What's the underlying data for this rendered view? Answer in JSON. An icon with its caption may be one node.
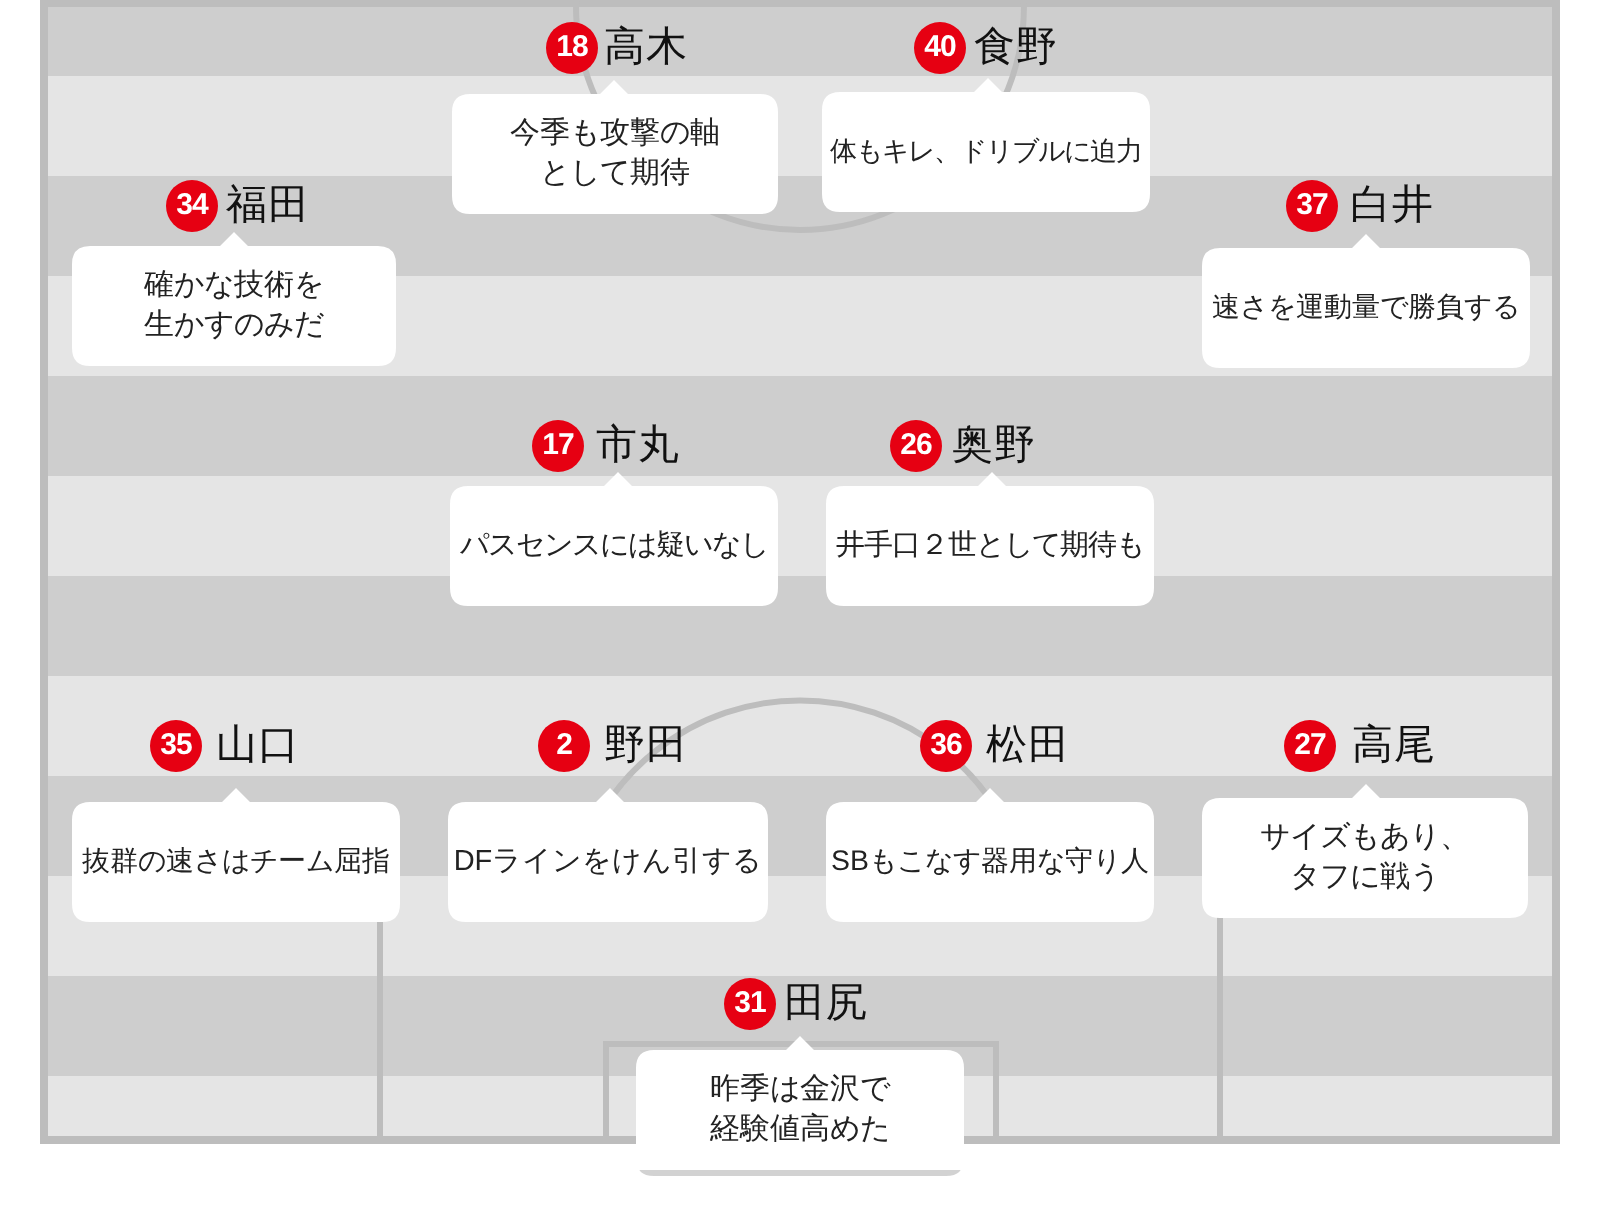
{
  "diagram": {
    "nodes": [
      {
        "text": [
          "18"
        ],
        "beside": [
          "高木"
        ]
      },
      {
        "text": [
          "今季も攻撃の軸として期待"
        ]
      },
      {
        "text": [
          "40"
        ],
        "beside": [
          "食野"
        ]
      },
      {
        "text": [
          "体もキレ、ドリブルに迫力"
        ]
      },
      {
        "text": [
          "34"
        ],
        "beside": [
          "福田"
        ]
      },
      {
        "text": [
          "確かな技術を生かすのみだ"
        ]
      },
      {
        "text": [
          "37"
        ],
        "beside": [
          "白井"
        ]
      },
      {
        "text": [
          "速さを運動量で勝負する"
        ]
      },
      {
        "text": [
          "17"
        ],
        "beside": [
          "市丸"
        ]
      },
      {
        "text": [
          "パスセンスには疑いなし"
        ]
      },
      {
        "text": [
          "26"
        ],
        "beside": [
          "奥野"
        ]
      },
      {
        "text": [
          "井手口２世として期待も"
        ]
      },
      {
        "text": [
          "35"
        ],
        "beside": [
          "山口"
        ]
      },
      {
        "text": [
          "抜群の速さはチーム屈指"
        ]
      },
      {
        "text": [
          "2"
        ],
        "beside": [
          "野田"
        ]
      },
      {
        "text": [
          "DFラインをけん引する"
        ]
      },
      {
        "text": [
          "36"
        ],
        "beside": [
          "松田"
        ]
      },
      {
        "text": [
          "SBもこなす器用な守り人"
        ]
      },
      {
        "text": [
          "27"
        ],
        "beside": [
          "高尾"
        ]
      },
      {
        "text": [
          "サイズもあり、タフに戦う"
        ]
      },
      {
        "text": [
          "31"
        ],
        "beside": [
          "田尻"
        ]
      },
      {
        "text": [
          "昨季は金沢で経験値高めた"
        ]
      }
    ]
  }
}
